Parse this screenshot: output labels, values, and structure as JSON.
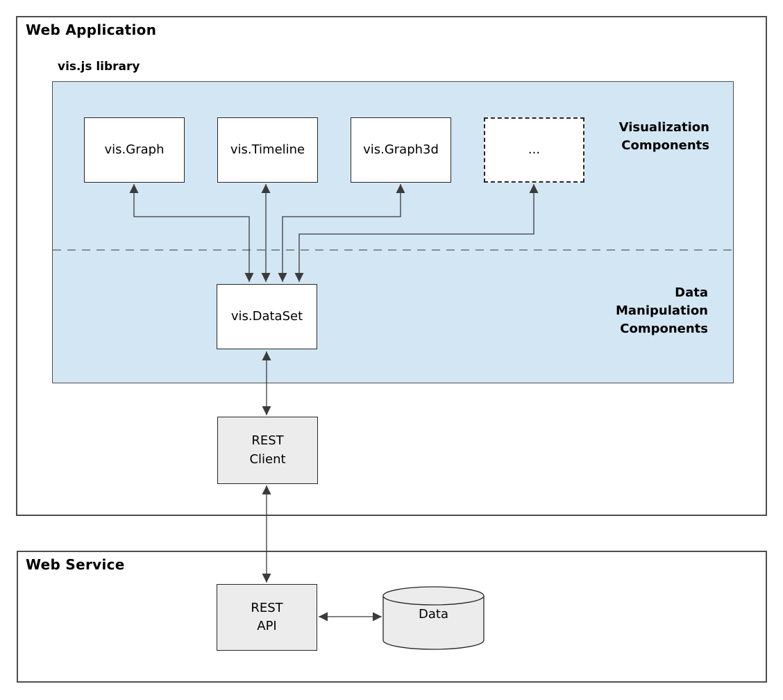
{
  "colors": {
    "panel_blue": "#d3e6f3",
    "box_gray": "#ececec",
    "box_white": "#ffffff",
    "box_border": "#262626",
    "frame_border": "#4d4d4d",
    "connector_line": "#3b3b3b",
    "text": "#000000"
  },
  "web_application": {
    "title": "Web Application",
    "library": {
      "title": "vis.js library",
      "visualization_components_label": "Visualization\nComponents",
      "data_manipulation_label": "Data\nManipulation\nComponents",
      "components": [
        {
          "label": "vis.Graph"
        },
        {
          "label": "vis.Timeline"
        },
        {
          "label": "vis.Graph3d"
        },
        {
          "label": "..."
        }
      ],
      "dataset_label": "vis.DataSet"
    },
    "rest_client_label": "REST\nClient"
  },
  "web_service": {
    "title": "Web Service",
    "rest_api_label": "REST\nAPI",
    "data_store_label": "Data"
  }
}
